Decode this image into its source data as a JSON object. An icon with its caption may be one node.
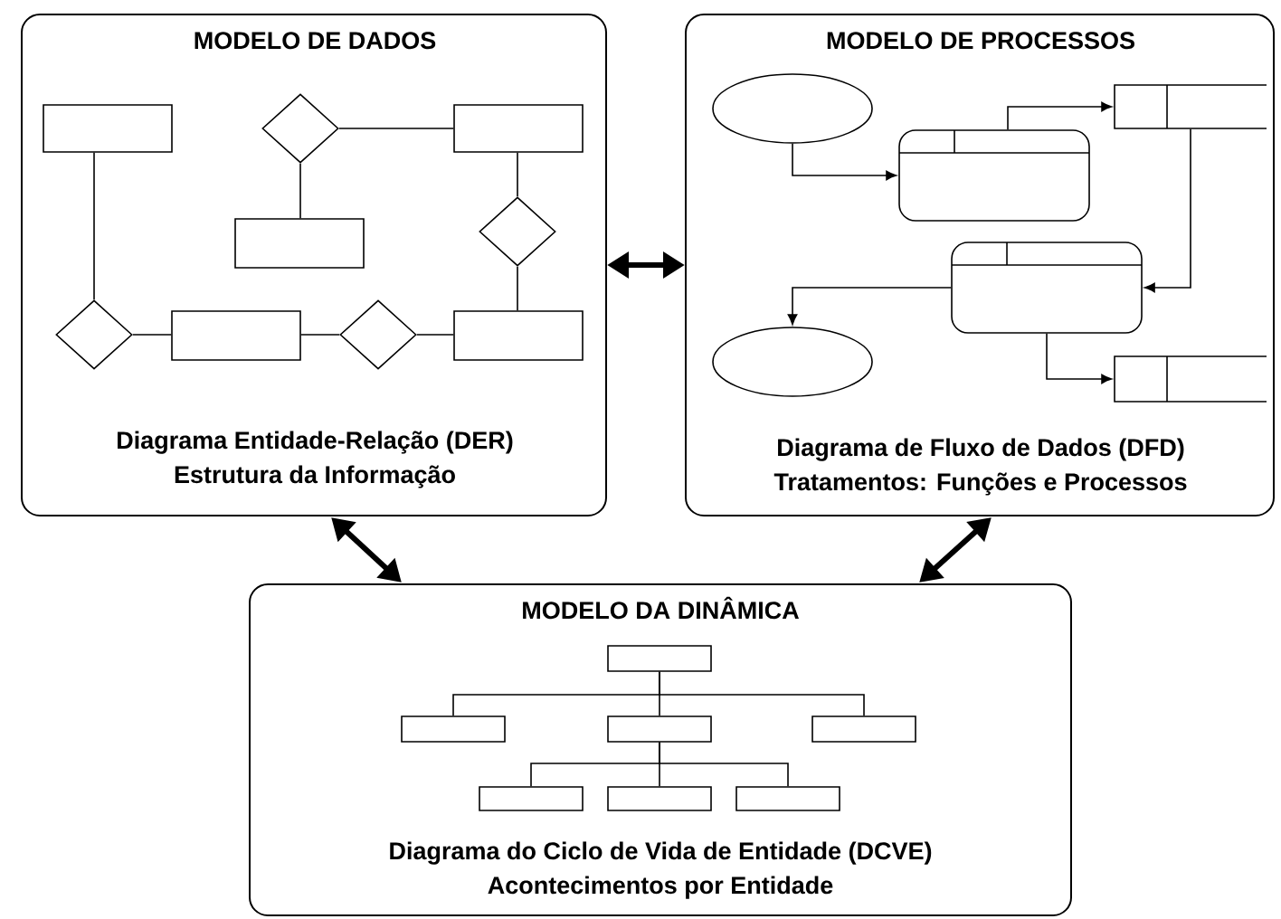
{
  "diagram": {
    "nodes": [
      {
        "text": [
          "MODELO DE DADOS",
          "Diagrama Entidade-Relação (DER)",
          "Estrutura da Informação"
        ]
      },
      {
        "text": [
          "MODELO DE PROCESSOS",
          "Diagrama de Fluxo de Dados (DFD)",
          "Tratamentos: Funções e Processos"
        ]
      },
      {
        "text": [
          "MODELO DA DINÂMICA",
          "Diagrama do Ciclo de Vida de Entidade (DCVE)",
          "Acontecimentos por Entidade"
        ]
      },
      {
        "text": [],
        "shape": "box",
        "in": 0
      },
      {
        "text": [],
        "shape": "diamond",
        "in": 0
      },
      {
        "text": [],
        "shape": "box",
        "in": 0
      },
      {
        "text": [],
        "shape": "box",
        "in": 0
      },
      {
        "text": [],
        "shape": "diamond",
        "in": 0
      },
      {
        "text": [],
        "shape": "diamond",
        "in": 0
      },
      {
        "text": [],
        "shape": "box",
        "in": 0
      },
      {
        "text": [],
        "shape": "diamond",
        "in": 0
      },
      {
        "text": [],
        "shape": "box",
        "in": 0
      },
      {
        "text": [],
        "shape": "ellipse",
        "in": 1
      },
      {
        "text": [],
        "shape": "box",
        "in": 1
      },
      {
        "text": [],
        "shape": "box",
        "in": 1
      },
      {
        "text": [],
        "shape": "box",
        "in": 1
      },
      {
        "text": [],
        "shape": "ellipse",
        "in": 1
      },
      {
        "text": [],
        "shape": "box",
        "in": 1
      },
      {
        "text": [],
        "shape": "box",
        "in": 2
      },
      {
        "text": [],
        "shape": "box",
        "in": 2
      },
      {
        "text": [],
        "shape": "box",
        "in": 2
      },
      {
        "text": [],
        "shape": "box",
        "in": 2
      },
      {
        "text": [],
        "shape": "box",
        "in": 2
      },
      {
        "text": [],
        "shape": "box",
        "in": 2
      },
      {
        "text": [],
        "shape": "box",
        "in": 2
      }
    ],
    "edges": [
      {
        "from": 0,
        "to": 1,
        "arrow": "both",
        "style": "thick"
      },
      {
        "from": 0,
        "to": 2,
        "arrow": "both",
        "style": "thick"
      },
      {
        "from": 1,
        "to": 2,
        "arrow": "both",
        "style": "thick"
      },
      {
        "from": 3,
        "to": 8,
        "arrow": "none"
      },
      {
        "from": 8,
        "to": 9,
        "arrow": "none"
      },
      {
        "from": 9,
        "to": 10,
        "arrow": "none"
      },
      {
        "from": 10,
        "to": 11,
        "arrow": "none"
      },
      {
        "from": 11,
        "to": 7,
        "arrow": "none"
      },
      {
        "from": 7,
        "to": 5,
        "arrow": "none"
      },
      {
        "from": 4,
        "to": 5,
        "arrow": "none"
      },
      {
        "from": 4,
        "to": 6,
        "arrow": "none"
      },
      {
        "from": 12,
        "to": 13,
        "arrow": "to"
      },
      {
        "from": 13,
        "to": 14,
        "arrow": "to"
      },
      {
        "from": 14,
        "to": 15,
        "arrow": "to"
      },
      {
        "from": 15,
        "to": 16,
        "arrow": "to"
      },
      {
        "from": 15,
        "to": 17,
        "arrow": "to"
      },
      {
        "from": 18,
        "to": 19,
        "arrow": "none"
      },
      {
        "from": 18,
        "to": 20,
        "arrow": "none"
      },
      {
        "from": 18,
        "to": 21,
        "arrow": "none"
      },
      {
        "from": 20,
        "to": 22,
        "arrow": "none"
      },
      {
        "from": 20,
        "to": 23,
        "arrow": "none"
      },
      {
        "from": 20,
        "to": 24,
        "arrow": "none"
      }
    ]
  }
}
